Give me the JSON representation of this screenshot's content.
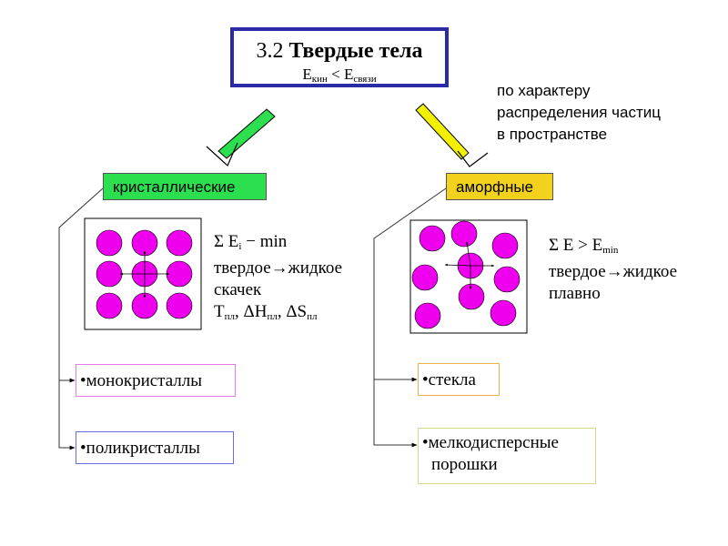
{
  "title": {
    "line1_num": "3.2",
    "line1_bold": "Твердые тела",
    "e_kin_base": "E",
    "e_kin_sub": "кин",
    "lt": "<",
    "e_bond_base": "E",
    "e_bond_sub": "связи"
  },
  "side_note": {
    "lines": [
      "по характеру",
      "распределения частиц",
      "в пространстве"
    ]
  },
  "categories": {
    "crystalline": "кристаллические",
    "amorphous": "аморфные"
  },
  "crystal_props": {
    "line1_sum": "Σ E",
    "line1_sub": "i",
    "line1_rest": " − min",
    "line2": "твердое→жидкое",
    "line3": "скачек",
    "line4_t": "T",
    "line4_t_sub": "пл",
    "line4_h": ", ΔH",
    "line4_h_sub": "пл",
    "line4_s": ", ΔS",
    "line4_s_sub": "пл"
  },
  "amorph_props": {
    "line1_sum": "Σ E > E",
    "line1_sub": "min",
    "line2": "твердое→жидкое",
    "line3": "плавно"
  },
  "crystal_items": {
    "mono": "•монокристаллы",
    "poly": "•поликристаллы"
  },
  "amorph_items": {
    "glass": "•стекла",
    "powder_l1": "•мелкодисперсные",
    "powder_l2": "порошки"
  },
  "colors": {
    "title_border": "#2b2ba6",
    "crystal_fill": "#2bdf4f",
    "amorph_fill": "#f2d21c",
    "particle": "#ee00ee",
    "mono_border": "#e87ae8",
    "poly_border": "#6a6ae6",
    "glass_border": "#f4b04a",
    "powder_border": "#d9d98a"
  }
}
